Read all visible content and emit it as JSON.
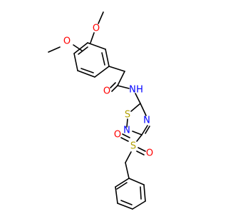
{
  "structure": {
    "atoms": {
      "o_methoxy_top": "O",
      "o_methoxy_left": "O",
      "o_carbonyl": "O",
      "amide_n": "N",
      "amide_h": "H",
      "ring_s": "S",
      "ring_n_top": "N",
      "ring_n_bottom": "N",
      "sulfonyl_s": "S",
      "sulfonyl_o_left": "O",
      "sulfonyl_o_right": "O"
    },
    "colors": {
      "bond": "#000000",
      "oxygen": "#ff0000",
      "nitrogen": "#0000ff",
      "sulfur": "#b2a000"
    }
  }
}
